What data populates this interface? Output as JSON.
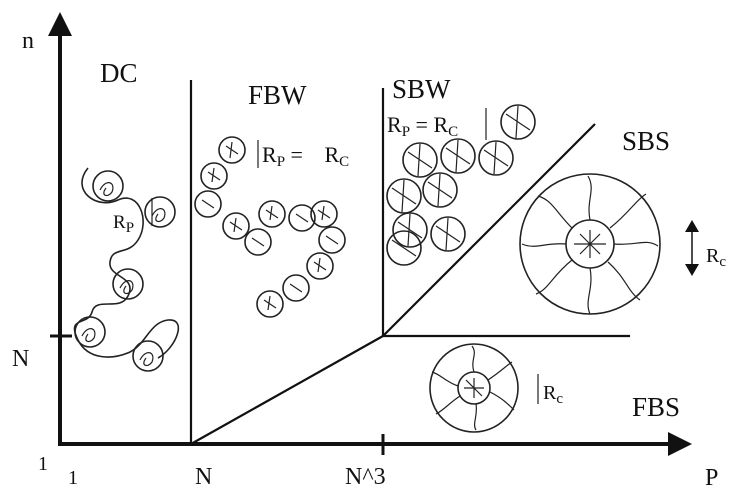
{
  "axes": {
    "y_label": "n",
    "x_label": "P",
    "origin_y_tick": "1",
    "origin_x_tick": "1",
    "y_tick_N": "N",
    "x_tick_N": "N",
    "x_tick_N3": "N^3"
  },
  "regions": {
    "dc": "DC",
    "fbw": "FBW",
    "sbw": "SBW",
    "sbs": "SBS",
    "fbs": "FBS"
  },
  "annotations": {
    "dc_rp": {
      "main": "R",
      "sub": "P"
    },
    "fbw_rel": {
      "main1": "R",
      "sub1": "P",
      "eq": " = ",
      "main2": "R",
      "sub2": "C"
    },
    "sbw_rel": {
      "main1": "R",
      "sub1": "P",
      "eq": " = ",
      "main2": "R",
      "sub2": "C"
    },
    "sbs_rc": {
      "main": "R",
      "sub": "c"
    },
    "fbs_rc": {
      "main": "R",
      "sub": "c"
    }
  }
}
